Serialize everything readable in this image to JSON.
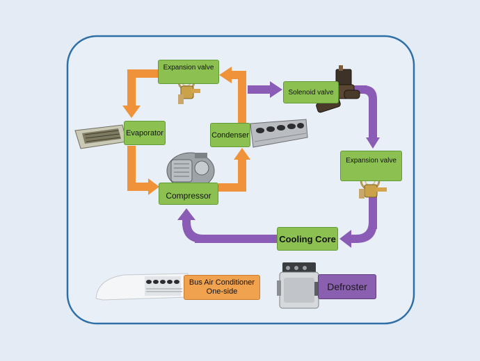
{
  "nodes": {
    "expansion_valve_top": "Expansion valve",
    "evaporator": "Evaporator",
    "condenser": "Condenser",
    "compressor": "Compressor",
    "solenoid_valve": "Solenoid valve",
    "expansion_valve_right": "Expansion valve",
    "cooling_core": "Cooling Core"
  },
  "legend": {
    "bus_ac_line1": "Bus Air Conditioner",
    "bus_ac_line2": "One-side",
    "defroster": "Defroster"
  },
  "colors": {
    "background": "#e3ebf4",
    "frame": "#2f6fa7",
    "orange_flow": "#f0923a",
    "purple_flow": "#8b5cb5",
    "node_green": "#8cc152"
  },
  "icons": {
    "compressor": "compressor-icon",
    "evaporator": "evaporator-icon",
    "condenser": "condenser-icon",
    "expansion_valve": "expansion-valve-icon",
    "solenoid_valve": "solenoid-valve-icon",
    "bus_ac": "bus-air-conditioner-icon",
    "defroster": "defroster-icon"
  }
}
